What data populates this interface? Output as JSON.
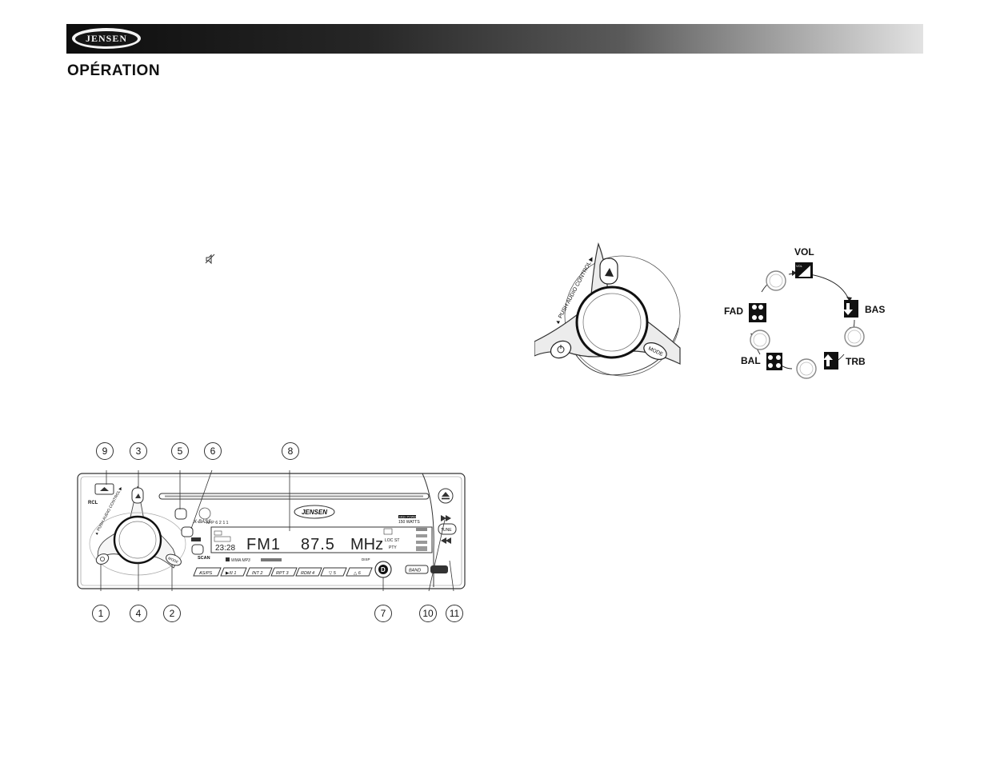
{
  "header": {
    "brand": "JENSEN",
    "section_title": "OPÉRATION"
  },
  "stereo": {
    "brand_plate": "JENSEN",
    "model": "MP6211",
    "power_badge": "HIGH POWERED",
    "watts": "150 WATTS",
    "display_band": "FM1",
    "display_freq": "87.5",
    "display_unit": "MHz",
    "display_clock": "23:28",
    "labels": {
      "rcl": "RCL",
      "audio_control": "▲ PUSH AUDIO CONTROL ▶",
      "mode": "MODE",
      "scan": "SCAN",
      "bass": "X-BASS",
      "disp": "DISP",
      "tune": "TUNE",
      "band": "BAND",
      "bottom_text": "WMA MP3"
    },
    "preset_buttons": [
      "AS/PS",
      "▶/II 1",
      "INT 2",
      "RPT 3",
      "RDM 4",
      "▽ 5",
      "△ 6"
    ],
    "side_indicators": [
      "LOC",
      "ST",
      "PTY"
    ],
    "callouts": [
      "1",
      "2",
      "3",
      "4",
      "5",
      "6",
      "7",
      "8",
      "9",
      "10",
      "11"
    ]
  },
  "knob_closeup": {
    "ring_label": "▲ PUSH AUDIO CONTROL ▶",
    "mode_label": "MODE"
  },
  "audio_cycle": {
    "labels": [
      "VOL",
      "BAS",
      "TRB",
      "BAL",
      "FAD"
    ],
    "vol_icon_text": "VOL"
  }
}
